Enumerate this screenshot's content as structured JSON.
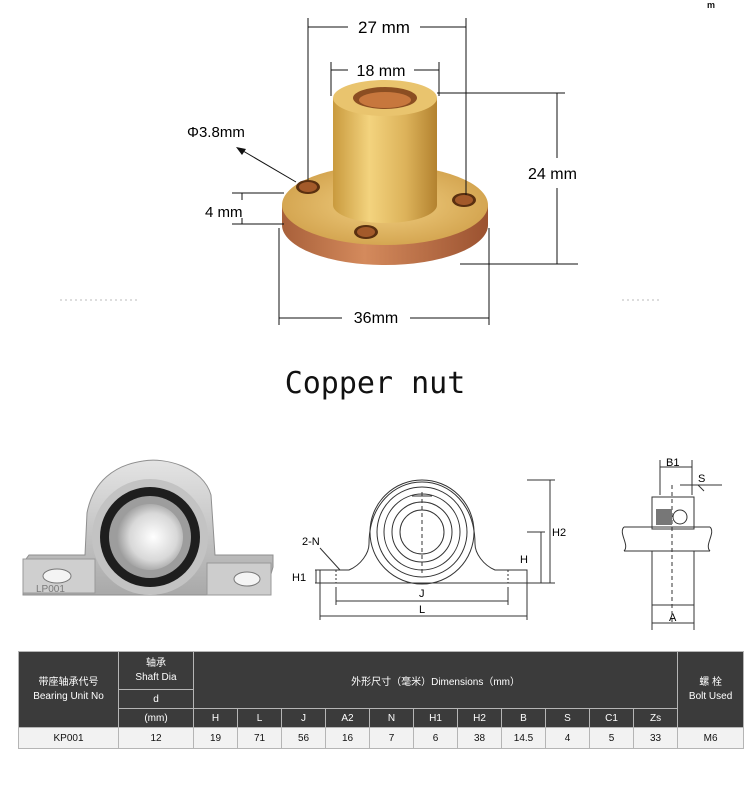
{
  "corner_mark": "m",
  "nut_dims": {
    "width_27": "27 mm",
    "bore_18": "18 mm",
    "hole_dia": "Φ3.8mm",
    "flange_4": "4 mm",
    "height_24": "24 mm",
    "flange_36": "36mm"
  },
  "title": "Copper nut",
  "bearing": {
    "housing_label": "LP001",
    "front_labels": {
      "n": "2-N",
      "h1": "H1",
      "h": "H",
      "h2": "H2",
      "j": "J",
      "l": "L"
    },
    "side_labels": {
      "b1": "B1",
      "s": "S",
      "a": "A"
    }
  },
  "table": {
    "h1_zh": "带座轴承代号",
    "h1_en": "Bearing Unit No",
    "h2_zh": "轴承",
    "h2_en": "Shaft Dia",
    "h2_d": "d",
    "h2_unit": "(mm)",
    "h3": "外形尺寸（毫米）Dimensions（mm）",
    "h4_zh": "螺 栓",
    "h4_en": "Bolt Used",
    "columns": [
      "H",
      "L",
      "J",
      "A2",
      "N",
      "H1",
      "H2",
      "B",
      "S",
      "C1",
      "Zs"
    ],
    "row": {
      "unit": "KP001",
      "d": "12",
      "values": [
        "19",
        "71",
        "56",
        "16",
        "7",
        "6",
        "38",
        "14.5",
        "4",
        "5",
        "33"
      ],
      "bolt": "M6"
    }
  }
}
